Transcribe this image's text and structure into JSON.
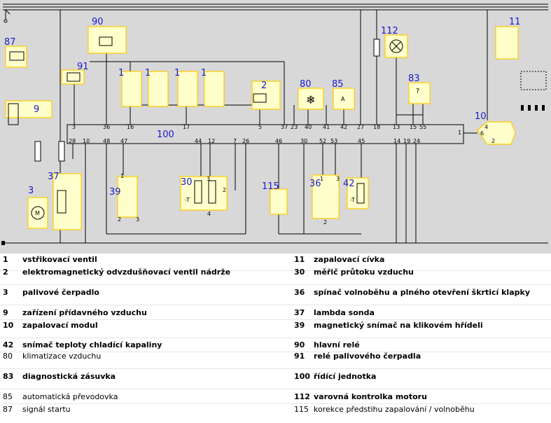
{
  "diagram": {
    "components": [
      {
        "id": "87",
        "label": "87"
      },
      {
        "id": "90",
        "label": "90"
      },
      {
        "id": "91",
        "label": "91"
      },
      {
        "id": "9",
        "label": "9"
      },
      {
        "id": "1a",
        "label": "1"
      },
      {
        "id": "1b",
        "label": "1"
      },
      {
        "id": "1c",
        "label": "1"
      },
      {
        "id": "1d",
        "label": "1"
      },
      {
        "id": "2",
        "label": "2"
      },
      {
        "id": "80",
        "label": "80"
      },
      {
        "id": "85",
        "label": "85"
      },
      {
        "id": "112",
        "label": "112"
      },
      {
        "id": "83",
        "label": "83"
      },
      {
        "id": "11",
        "label": "11"
      },
      {
        "id": "10",
        "label": "10"
      },
      {
        "id": "100",
        "label": "100"
      },
      {
        "id": "3",
        "label": "3"
      },
      {
        "id": "37",
        "label": "37"
      },
      {
        "id": "39",
        "label": "39"
      },
      {
        "id": "30",
        "label": "30"
      },
      {
        "id": "115",
        "label": "115"
      },
      {
        "id": "36",
        "label": "36"
      },
      {
        "id": "42",
        "label": "42"
      }
    ],
    "top_pins": [
      "3",
      "36",
      "16",
      "17",
      "5",
      "37",
      "23",
      "40",
      "41",
      "42",
      "27",
      "18",
      "13",
      "15",
      "55",
      "1"
    ],
    "bottom_pins": [
      "28",
      "10",
      "48",
      "47",
      "44",
      "12",
      "7",
      "26",
      "46",
      "30",
      "52",
      "53",
      "45",
      "14",
      "19",
      "24"
    ],
    "misc_pins": [
      "6",
      "4",
      "2",
      "1",
      "2",
      "3",
      "3",
      "4",
      "2",
      "1",
      "3",
      "2",
      "?",
      "-T",
      "-T",
      "M",
      "A"
    ]
  },
  "legend": [
    {
      "ln": "1",
      "lt": "vstřikovací ventil",
      "rn": "11",
      "rt": "zapalovací cívka",
      "light": false
    },
    {
      "ln": "2",
      "lt": "elektromagnetický odvzdušňovací ventil nádrže",
      "rn": "30",
      "rt": "měřič průtoku vzduchu",
      "light": false
    },
    {
      "ln": "3",
      "lt": "palivové čerpadlo",
      "rn": "36",
      "rt": "spínač volnoběhu a plného otevření škrticí klapky",
      "light": false
    },
    {
      "ln": "9",
      "lt": "zařízení přídavného vzduchu",
      "rn": "37",
      "rt": "lambda sonda",
      "light": false
    },
    {
      "ln": "10",
      "lt": "zapalovací modul",
      "rn": "39",
      "rt": "magnetický snímač na klikovém hřídeli",
      "light": false
    },
    {
      "ln": "42",
      "lt": "snímač teploty chladící kapaliny",
      "rn": "90",
      "rt": "hlavní relé",
      "light": false
    },
    {
      "ln": "80",
      "lt": "klimatizace vzduchu",
      "rn": "91",
      "rt": "relé palivového čerpadla",
      "light": true
    },
    {
      "ln": "83",
      "lt": "diagnostická zásuvka",
      "rn": "100",
      "rt": "řídící jednotka",
      "light": false
    },
    {
      "ln": "85",
      "lt": "automatická převodovka",
      "rn": "112",
      "rt": "varovná kontrolka motoru",
      "light": true
    },
    {
      "ln": "87",
      "lt": "signál startu",
      "rn": "115",
      "rt": "korekce předstihu zapalování / volnoběhu",
      "light": true
    }
  ]
}
